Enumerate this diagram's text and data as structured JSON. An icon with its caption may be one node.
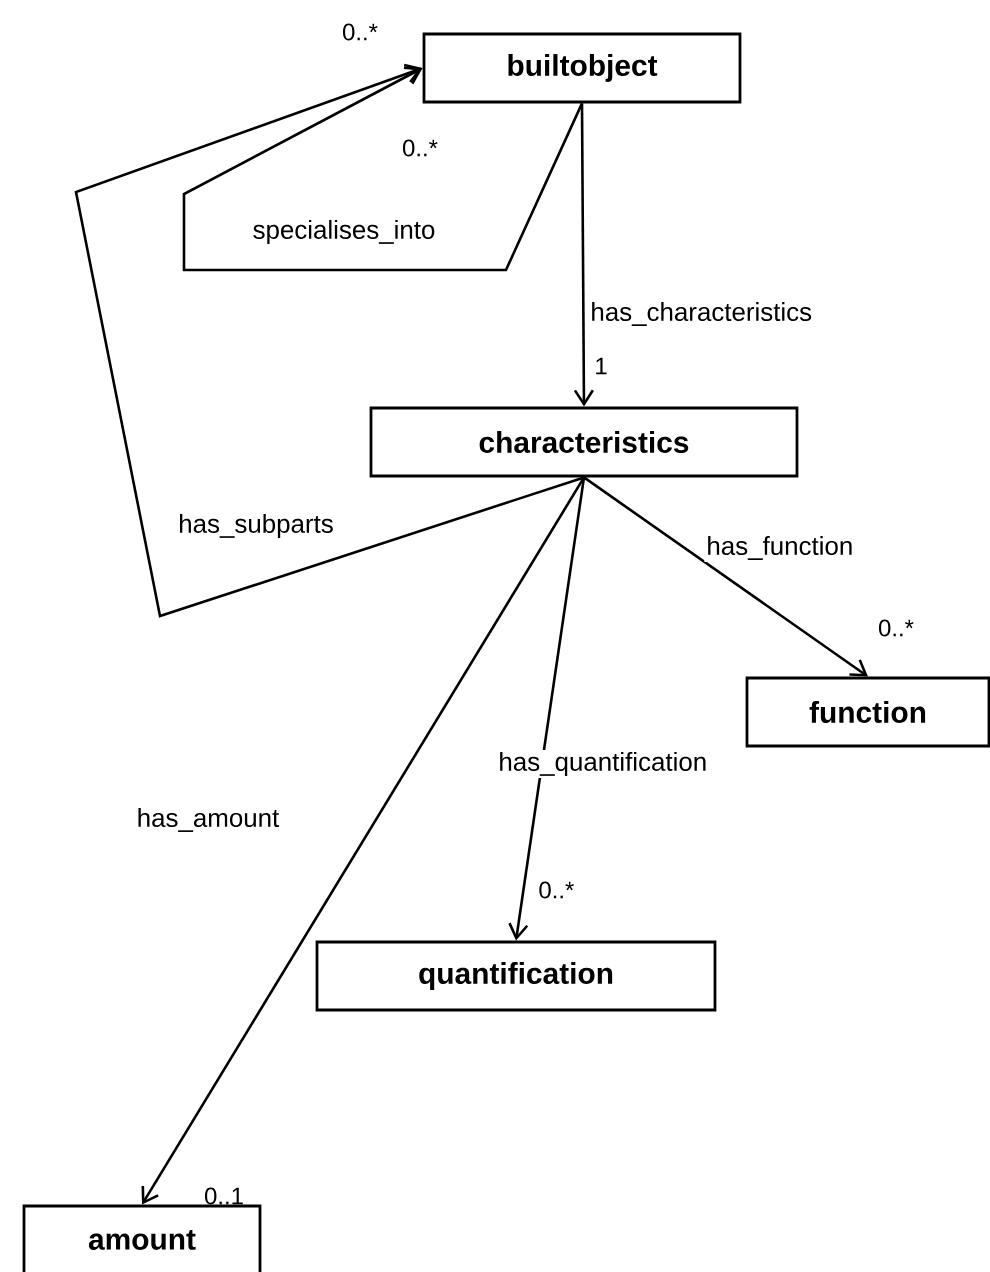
{
  "diagram": {
    "nodes": [
      {
        "text": [
          "builtobject"
        ]
      },
      {
        "text": [
          "characteristics"
        ]
      },
      {
        "text": [
          "function"
        ]
      },
      {
        "text": [
          "quantification"
        ]
      },
      {
        "text": [
          "amount"
        ]
      }
    ],
    "edges": [
      {
        "from": 0,
        "to": 0,
        "arrow": "to",
        "label": "specialises_into"
      },
      {
        "from": 0,
        "to": 1,
        "arrow": "to",
        "label": "has_characteristics"
      },
      {
        "from": 1,
        "to": 0,
        "arrow": "to",
        "label": "has_subparts"
      },
      {
        "from": 1,
        "to": 2,
        "arrow": "to",
        "label": "has_function"
      },
      {
        "from": 1,
        "to": 3,
        "arrow": "to",
        "label": "has_quantification"
      },
      {
        "from": 1,
        "to": 4,
        "arrow": "to",
        "label": "has_amount"
      }
    ],
    "labels": [
      "0..*",
      "0..*",
      "1",
      "0..*",
      "0..*",
      "0..1"
    ]
  }
}
